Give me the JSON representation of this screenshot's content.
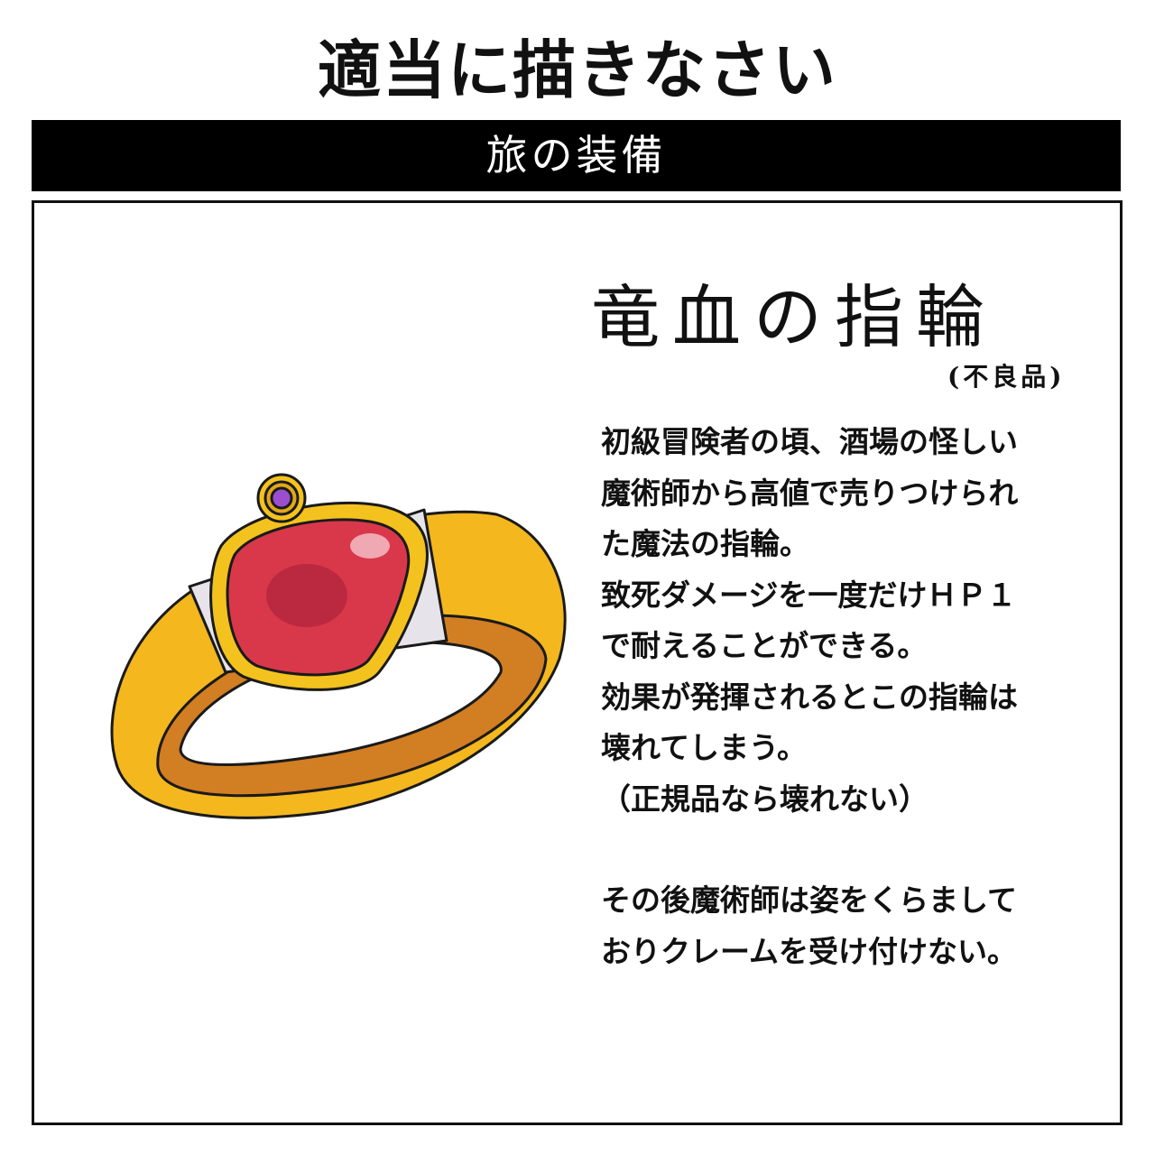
{
  "header": {
    "title": "適当に描きなさい"
  },
  "banner": {
    "label": "旅の装備"
  },
  "item": {
    "name": "竜血の指輪",
    "note": "(不良品)",
    "description_lines": [
      "初級冒険者の頃、酒場の怪しい",
      "魔術師から高値で売りつけられ",
      "た魔法の指輪。",
      "致死ダメージを一度だけＨＰ１",
      "で耐えることができる。",
      "効果が発揮されるとこの指輪は",
      "壊れてしまう。",
      "（正規品なら壊れない）"
    ],
    "epilogue_lines": [
      "その後魔術師は姿をくらまして",
      "おりクレームを受け付けない。"
    ]
  },
  "colors": {
    "band": "#F4B71E",
    "band_inner": "#D27E22",
    "gem": "#D8384A",
    "silver": "#E6E4EA",
    "accent_gem": "#9B4FD0"
  }
}
